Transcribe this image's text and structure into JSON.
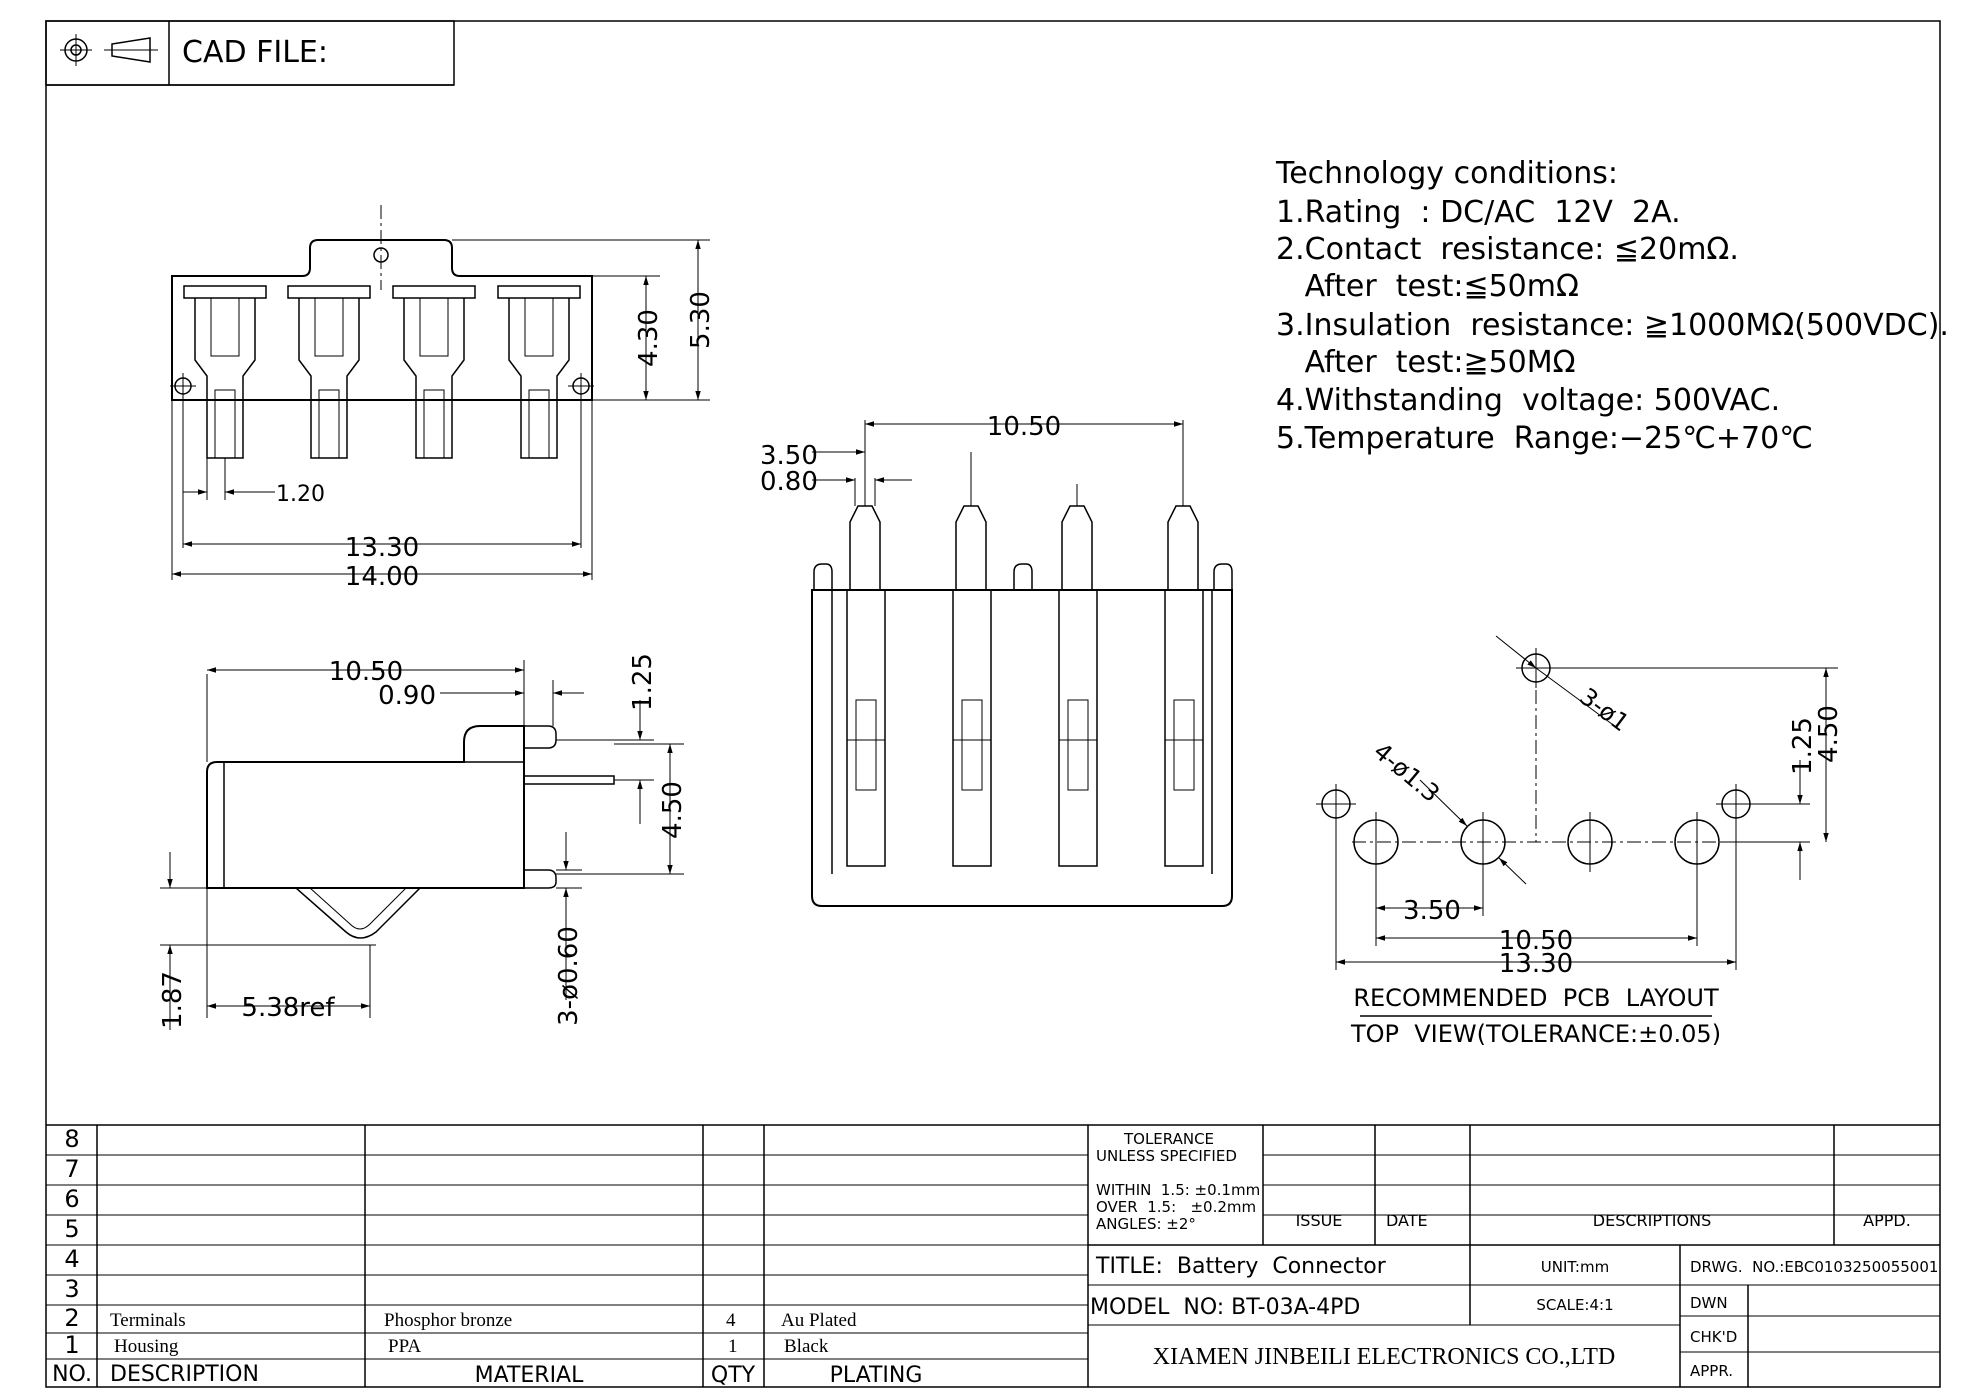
{
  "header": {
    "cad_label": "CAD FILE:"
  },
  "tech": {
    "heading": "Technology conditions:",
    "lines": [
      "1.Rating  : DC/AC  12V  2A.",
      "2.Contact  resistance: ≦20mΩ.",
      "   After  test:≦50mΩ",
      "3.Insulation  resistance: ≧1000MΩ(500VDC).",
      "   After  test:≧50MΩ",
      "4.Withstanding  voltage: 500VAC.",
      "5.Temperature  Range:−25℃+70℃"
    ]
  },
  "top_view": {
    "dims": [
      "4.30",
      "5.30",
      "1.20",
      "13.30",
      "14.00"
    ]
  },
  "front_view": {
    "dims": [
      "10.50",
      "3.50",
      "0.80"
    ]
  },
  "side_view": {
    "dims": [
      "10.50",
      "0.90",
      "1.25",
      "4.50",
      "3-ø0.60",
      "1.87",
      "5.38ref"
    ]
  },
  "pcb_layout": {
    "dims": [
      "3-ø1",
      "4-ø1.3",
      "1.25",
      "4.50",
      "3.50",
      "10.50",
      "13.30"
    ],
    "title": "RECOMMENDED  PCB  LAYOUT",
    "subtitle": "TOP  VIEW(TOLERANCE:±0.05)"
  },
  "bom": {
    "row_numbers": [
      "8",
      "7",
      "6",
      "5",
      "4",
      "3",
      "2",
      "1"
    ],
    "rows": [
      {
        "no": "2",
        "description": "Terminals",
        "material": "Phosphor bronze",
        "qty": "4",
        "plating": "Au Plated"
      },
      {
        "no": "1",
        "description": "Housing",
        "material": "PPA",
        "qty": "1",
        "plating": "Black"
      }
    ],
    "headers": {
      "no": "NO.",
      "description": "DESCRIPTION",
      "material": "MATERIAL",
      "qty": "QTY",
      "plating": "PLATING"
    }
  },
  "title_block": {
    "tolerance_1": "TOLERANCE",
    "tolerance_2": "UNLESS SPECIFIED",
    "within": "WITHIN  1.5: ±0.1mm",
    "over": "OVER  1.5:   ±0.2mm",
    "angles": "ANGLES: ±2°",
    "issue": "ISSUE",
    "date": "DATE",
    "descriptions": "DESCRIPTIONS",
    "appd": "APPD.",
    "title": "TITLE:  Battery  Connector",
    "unit": "UNIT:mm",
    "drwg_no": "DRWG.  NO.:EBC0103250055001",
    "model": "MODEL  NO: BT-03A-4PD",
    "scale": "SCALE:4:1",
    "dwn": "DWN",
    "chkd": "CHK'D",
    "appr": "APPR.",
    "company": "XIAMEN JINBEILI ELECTRONICS CO.,LTD"
  }
}
